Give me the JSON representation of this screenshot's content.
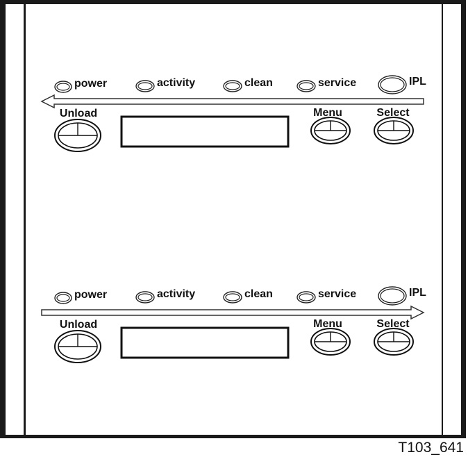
{
  "panels": [
    {
      "name": "upper-panel",
      "arrow_direction": "left",
      "indicators": [
        {
          "label": "power"
        },
        {
          "label": "activity"
        },
        {
          "label": "clean"
        },
        {
          "label": "service"
        },
        {
          "label": "IPL"
        }
      ],
      "buttons": {
        "unload": "Unload",
        "menu": "Menu",
        "select": "Select"
      }
    },
    {
      "name": "lower-panel",
      "arrow_direction": "right",
      "indicators": [
        {
          "label": "power"
        },
        {
          "label": "activity"
        },
        {
          "label": "clean"
        },
        {
          "label": "service"
        },
        {
          "label": "IPL"
        }
      ],
      "buttons": {
        "unload": "Unload",
        "menu": "Menu",
        "select": "Select"
      }
    }
  ],
  "figure_id": "T103_641"
}
